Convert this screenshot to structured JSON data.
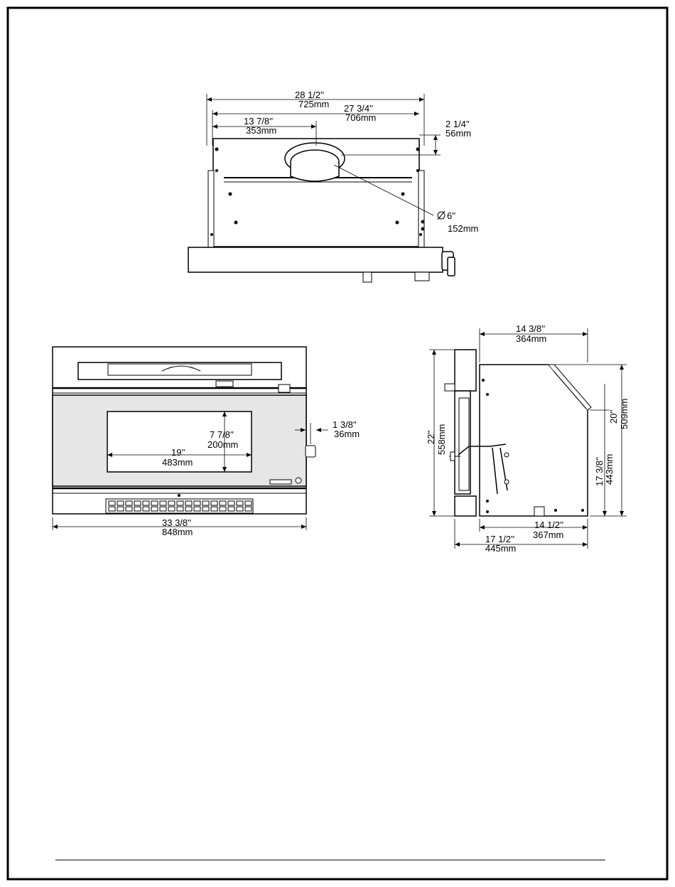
{
  "top_view": {
    "overall_width_in": "28  1/2''",
    "overall_width_mm": "725mm",
    "inner_width_in": "27  3/4''",
    "inner_width_mm": "706mm",
    "collar_offset_in": "13  7/8''",
    "collar_offset_mm": "353mm",
    "collar_depth_in": "2  1/4''",
    "collar_depth_mm": "56mm",
    "collar_diameter_in": "6''",
    "collar_diameter_mm": "152mm"
  },
  "front_view": {
    "overall_width_in": "33  3/8''",
    "overall_width_mm": "848mm",
    "window_width_in": "19''",
    "window_width_mm": "483mm",
    "window_height_in": "7  7/8''",
    "window_height_mm": "200mm",
    "knob_offset_in": "1  3/8''",
    "knob_offset_mm": "36mm"
  },
  "side_view": {
    "top_depth_in": "14  3/8''",
    "top_depth_mm": "364mm",
    "overall_height_in": "22''",
    "overall_height_mm": "558mm",
    "box_height_in": "20''",
    "box_height_mm": "509mm",
    "front_height_in": "17  3/8''",
    "front_height_mm": "443mm",
    "base_depth_in": "14  1/2''",
    "base_depth_mm": "367mm",
    "overall_depth_in": "17  1/2''",
    "overall_depth_mm": "445mm"
  }
}
